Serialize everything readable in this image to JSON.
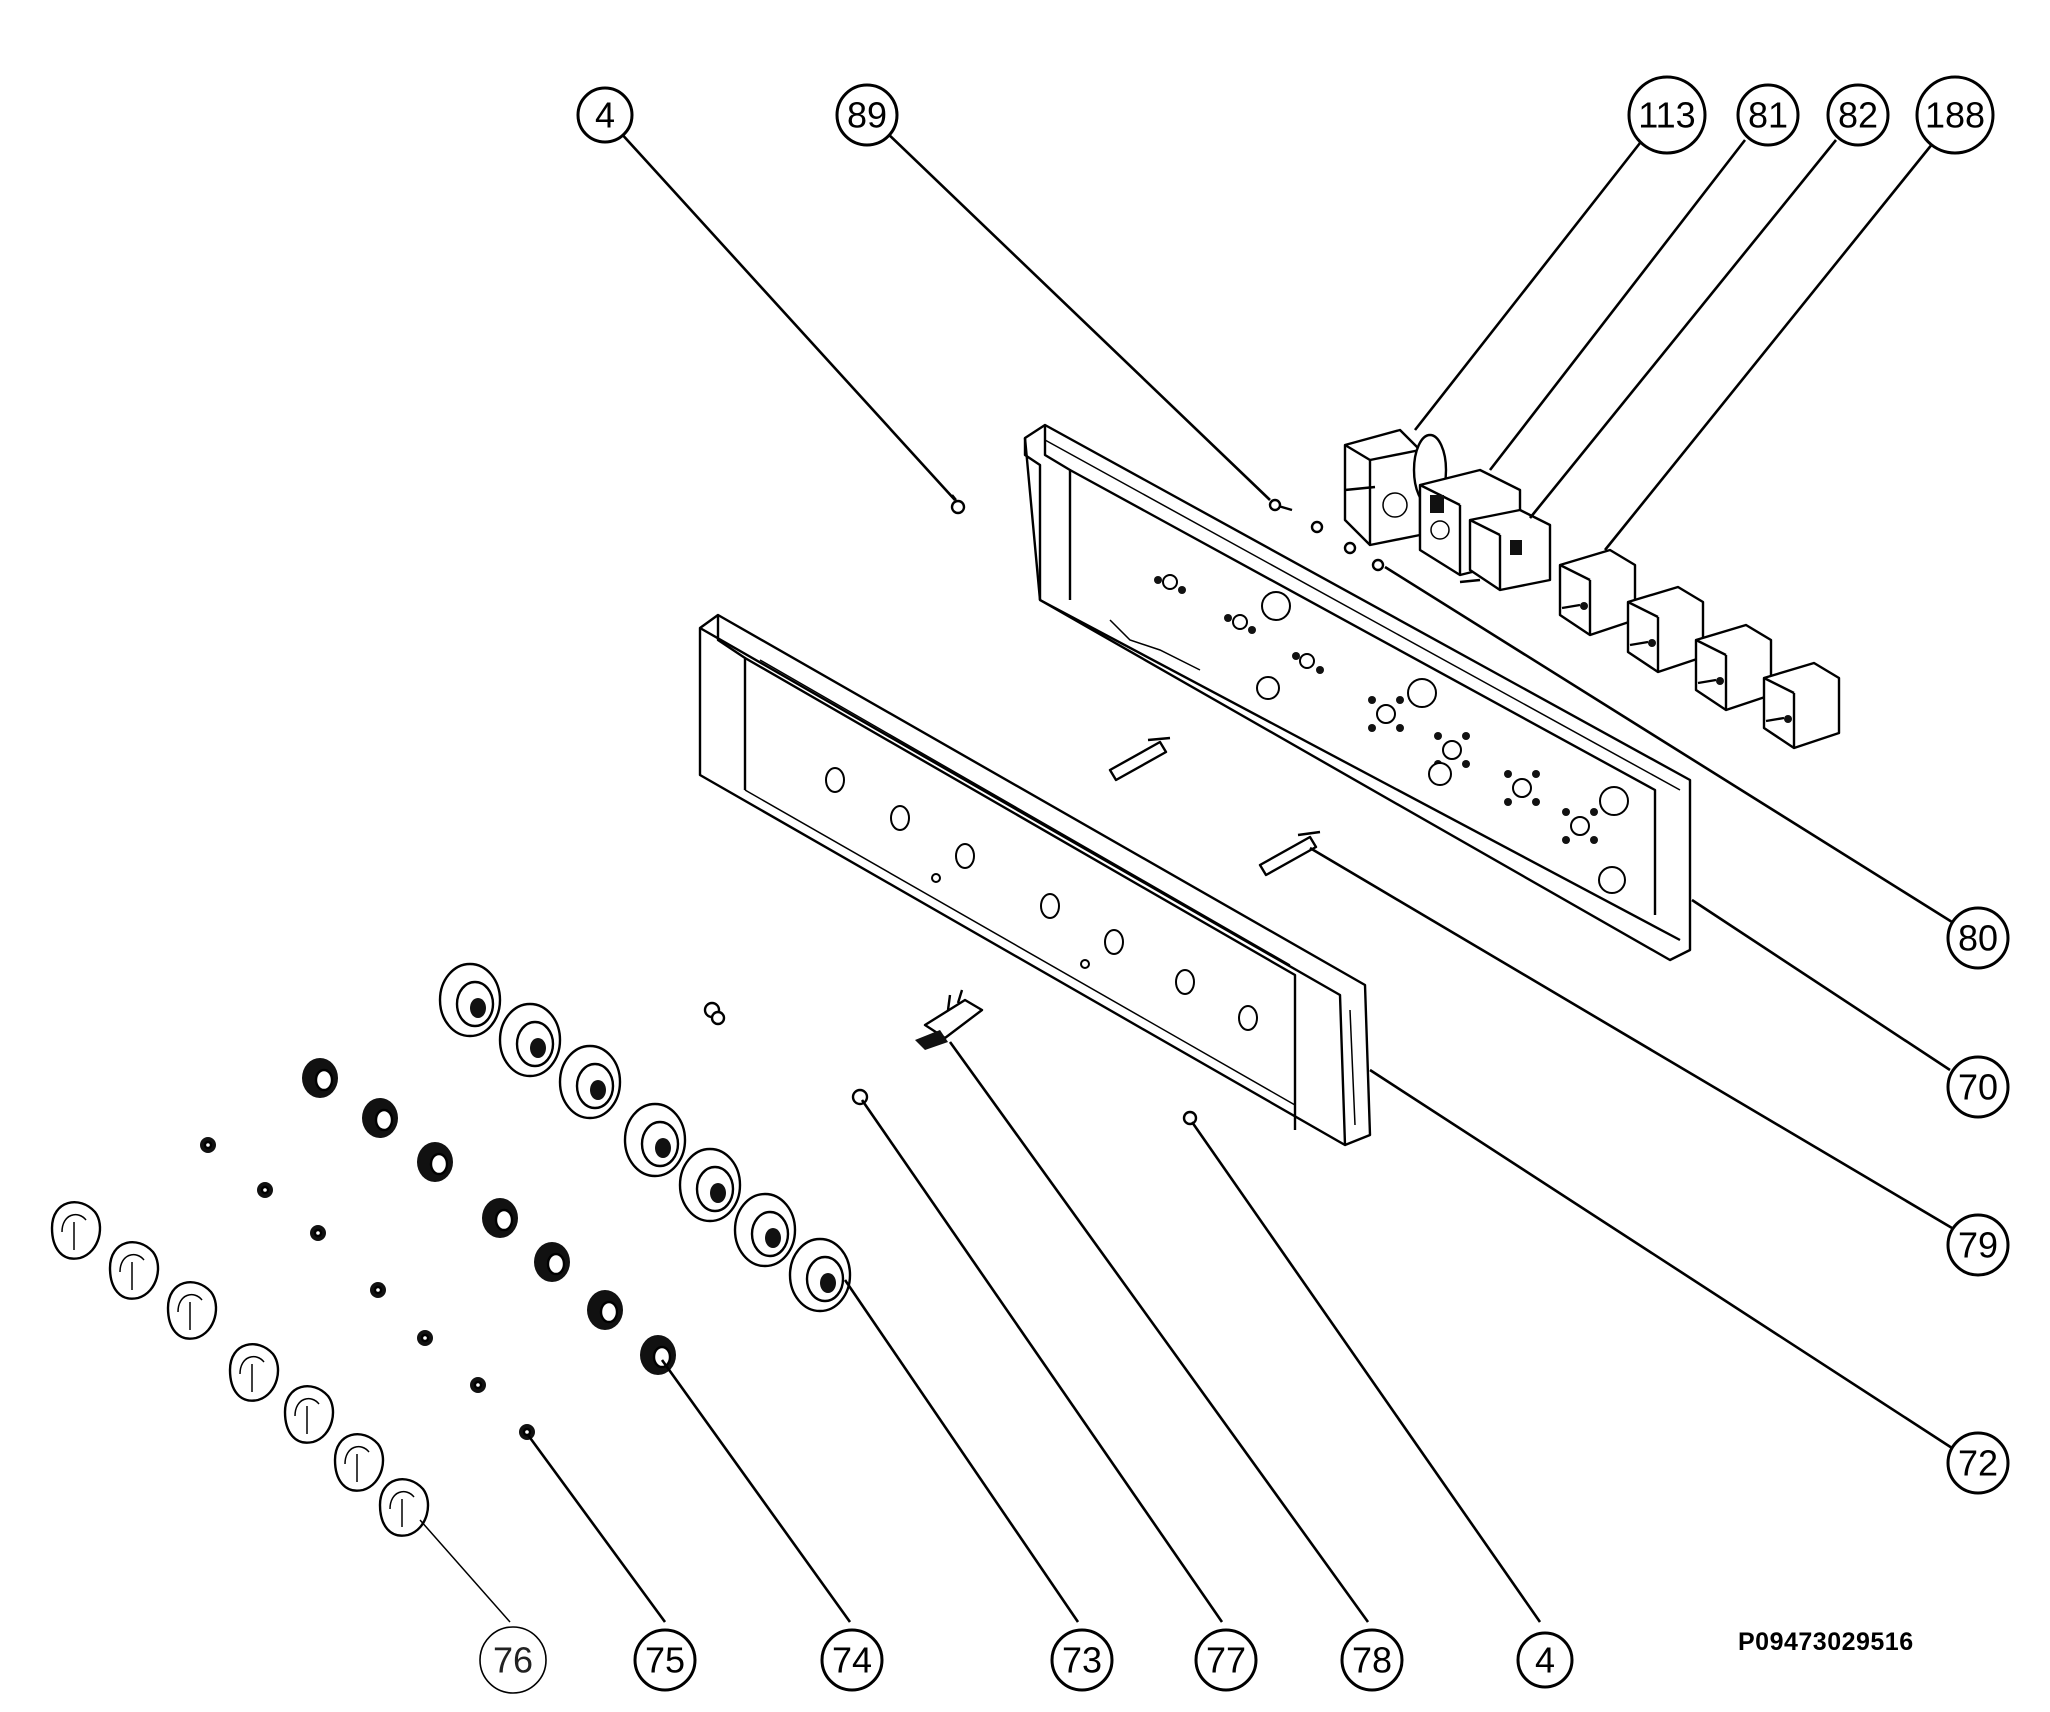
{
  "drawing_code": "P09473029516",
  "callouts": [
    {
      "id": "c-4-top",
      "label": "4"
    },
    {
      "id": "c-89",
      "label": "89"
    },
    {
      "id": "c-113",
      "label": "113"
    },
    {
      "id": "c-81",
      "label": "81"
    },
    {
      "id": "c-82",
      "label": "82"
    },
    {
      "id": "c-188",
      "label": "188"
    },
    {
      "id": "c-80",
      "label": "80"
    },
    {
      "id": "c-70",
      "label": "70"
    },
    {
      "id": "c-79",
      "label": "79"
    },
    {
      "id": "c-72",
      "label": "72"
    },
    {
      "id": "c-76",
      "label": "76"
    },
    {
      "id": "c-75",
      "label": "75"
    },
    {
      "id": "c-74",
      "label": "74"
    },
    {
      "id": "c-73",
      "label": "73"
    },
    {
      "id": "c-77",
      "label": "77"
    },
    {
      "id": "c-78",
      "label": "78"
    },
    {
      "id": "c-4-bottom",
      "label": "4"
    }
  ]
}
